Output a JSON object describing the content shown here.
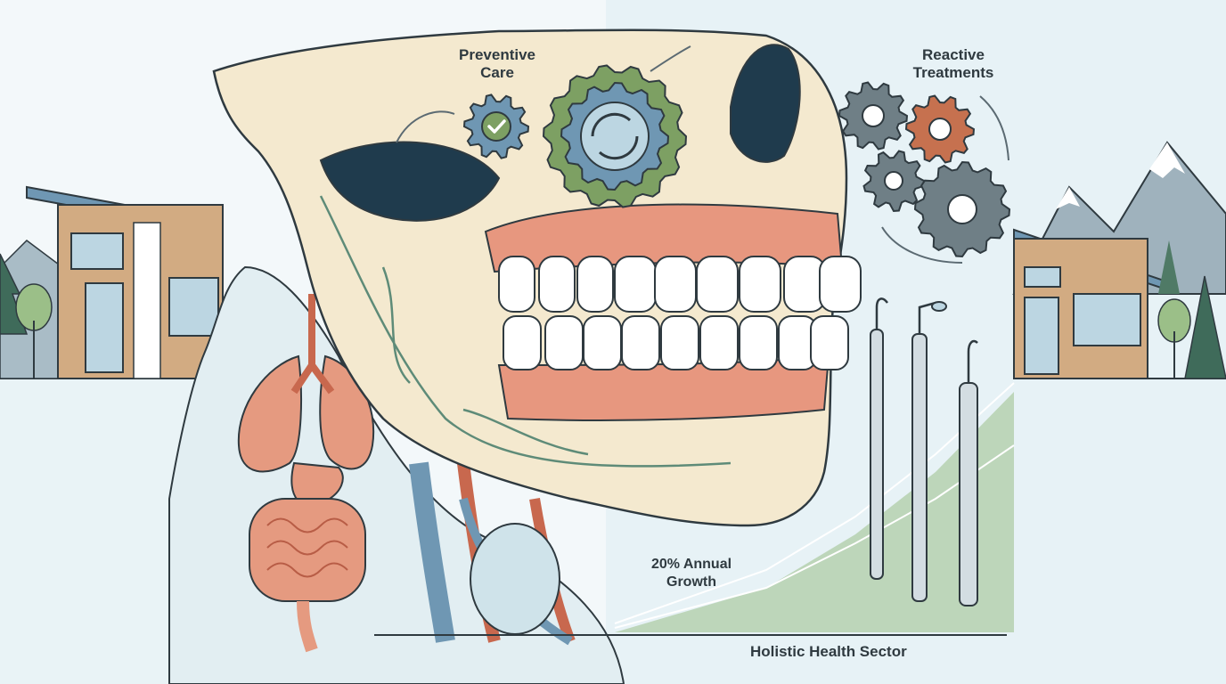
{
  "labels": {
    "preventive": "Preventive\nCare",
    "reactive": "Reactive\nTreatments",
    "growth": "20% Annual\nGrowth",
    "sector": "Holistic Health Sector"
  },
  "palette": {
    "bone": "#f4e9cf",
    "bone_outline": "#2f3a40",
    "gum": "#e7977f",
    "tooth": "#ffffff",
    "organ": "#e59a80",
    "vessel_blue": "#6f97b3",
    "vessel_red": "#c8684e",
    "gear_green": "#7da063",
    "gear_blue": "#6f97b3",
    "gear_rust": "#c6714f",
    "gear_gray": "#6f7f86",
    "mountain": "#93a7b3",
    "tree": "#3f6b5a",
    "house_wood": "#c9a27a",
    "sky": "#eef6f8",
    "growth_green": "#9bbf88"
  },
  "icons": [
    "gear-icon",
    "checkmark-icon",
    "refresh-arrows-icon",
    "dental-probe-icon",
    "dental-mirror-icon",
    "dental-scaler-icon"
  ]
}
